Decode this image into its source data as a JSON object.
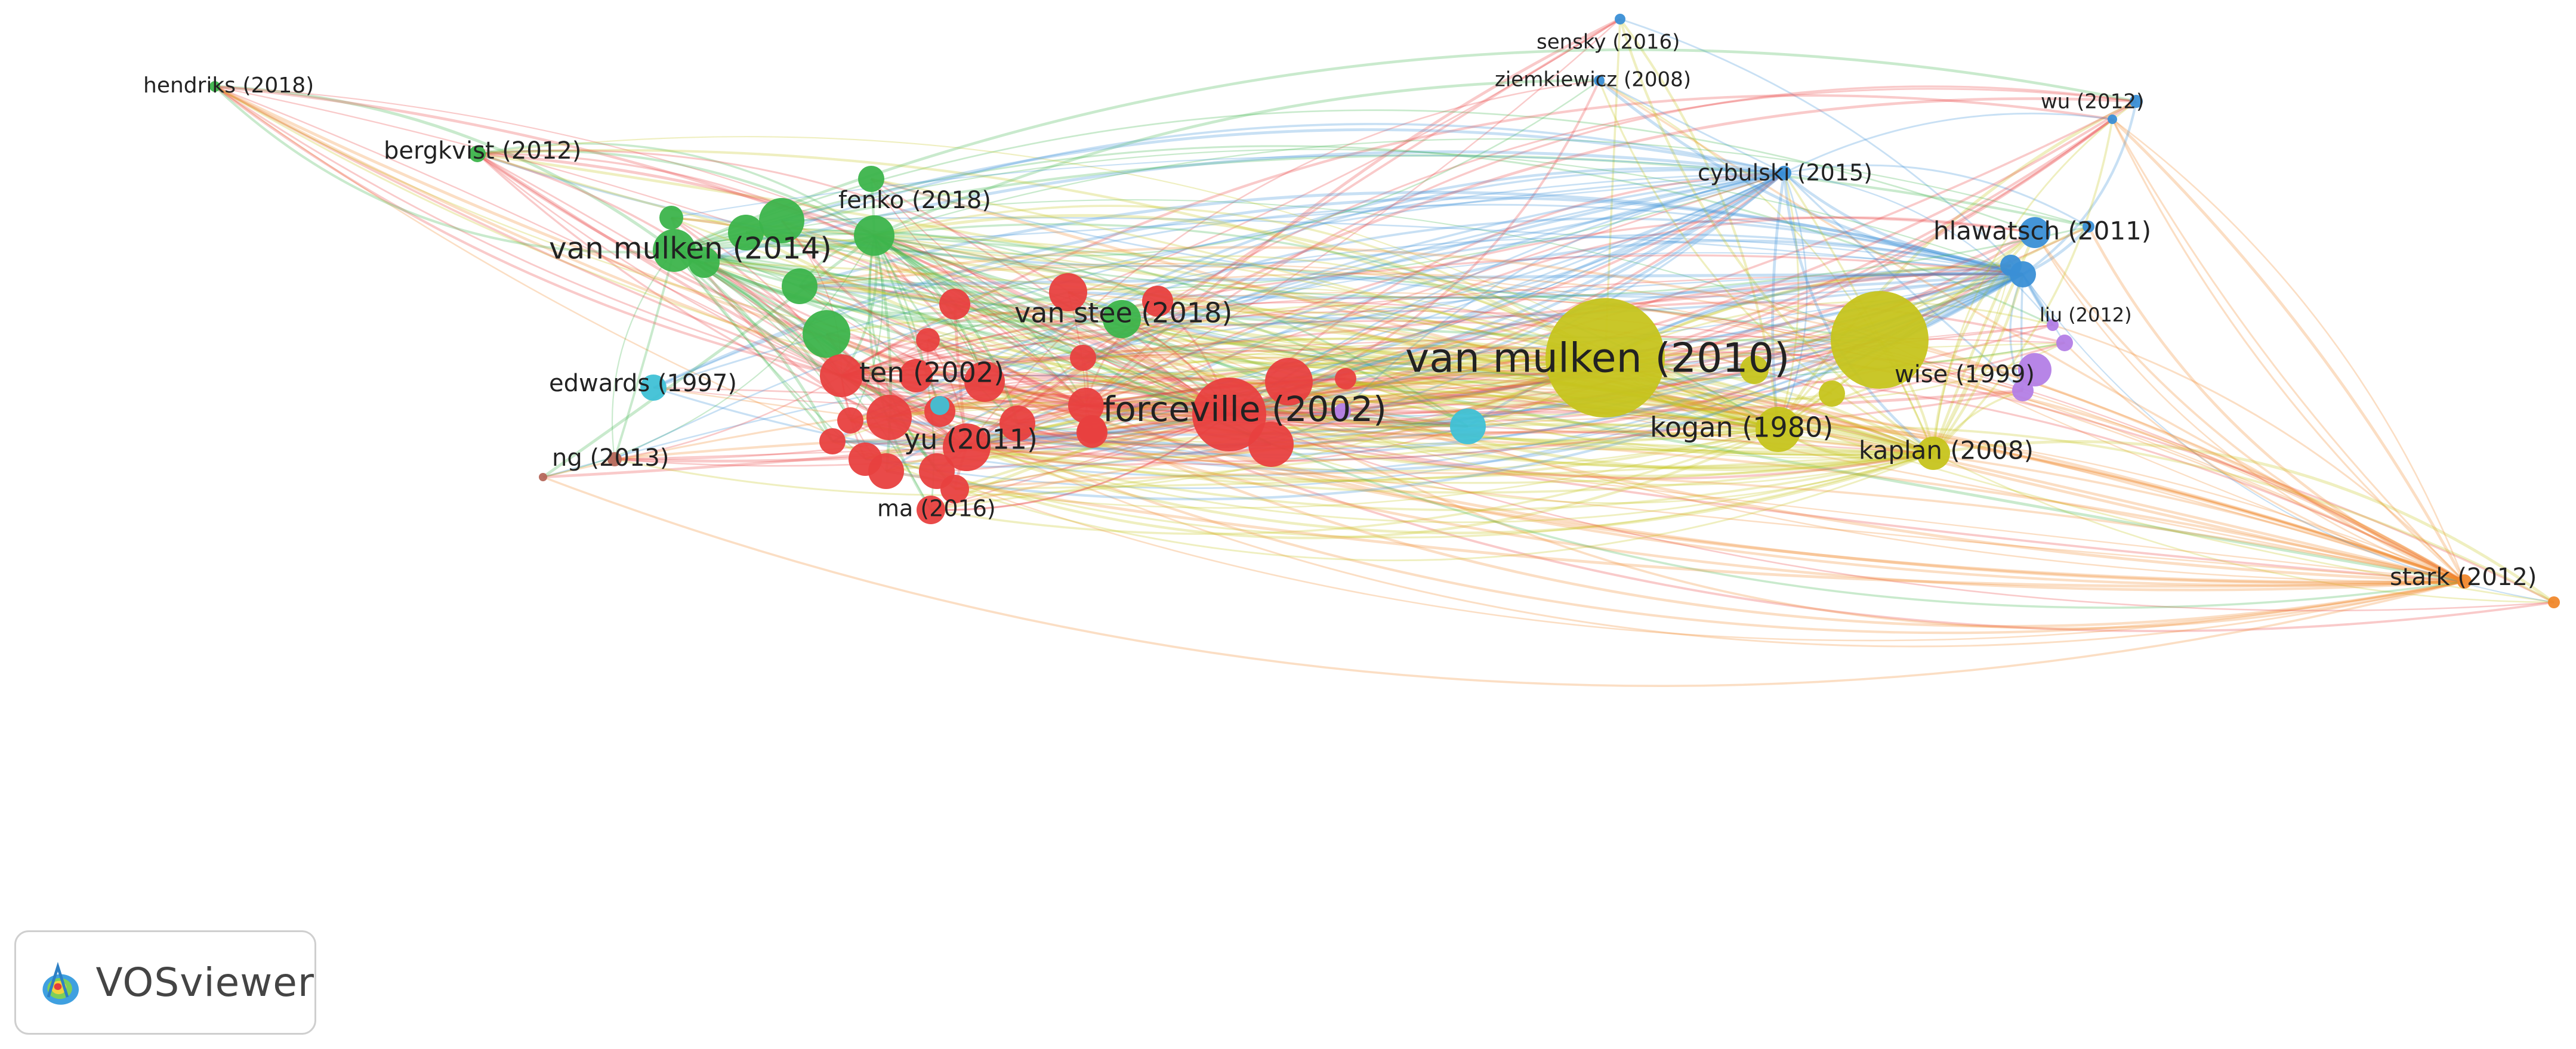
{
  "app": {
    "name": "VOSviewer",
    "logo_icon": "vosviewer-logo-icon"
  },
  "clusters": {
    "red": "#e8403f",
    "green": "#3cb44b",
    "yellowgreen": "#c6c41e",
    "blue": "#3a8fd6",
    "cyan": "#3fc1d6",
    "purple": "#b37ee6",
    "orange": "#f0882c",
    "brown": "#b5675a"
  },
  "labeled_nodes": [
    {
      "label": "hendriks (2018)",
      "cluster": "green"
    },
    {
      "label": "bergkvist (2012)",
      "cluster": "green"
    },
    {
      "label": "fenko (2018)",
      "cluster": "green"
    },
    {
      "label": "van mulken (2014)",
      "cluster": "green"
    },
    {
      "label": "van stee (2018)",
      "cluster": "green"
    },
    {
      "label": "edwards (1997)",
      "cluster": "cyan"
    },
    {
      "label": "ten (2002)",
      "cluster": "red"
    },
    {
      "label": "forceville (2002)",
      "cluster": "red"
    },
    {
      "label": "yu (2011)",
      "cluster": "red"
    },
    {
      "label": "ng (2013)",
      "cluster": "brown"
    },
    {
      "label": "ma (2016)",
      "cluster": "red"
    },
    {
      "label": "van mulken (2010)",
      "cluster": "yellowgreen"
    },
    {
      "label": "kogan (1980)",
      "cluster": "yellowgreen"
    },
    {
      "label": "kaplan (2008)",
      "cluster": "yellowgreen"
    },
    {
      "label": "wise (1999)",
      "cluster": "purple"
    },
    {
      "label": "liu (2012)",
      "cluster": "purple"
    },
    {
      "label": "sensky (2016)",
      "cluster": "blue"
    },
    {
      "label": "ziemkiewicz (2008)",
      "cluster": "blue"
    },
    {
      "label": "wu (2012)",
      "cluster": "blue"
    },
    {
      "label": "cybulski (2015)",
      "cluster": "blue"
    },
    {
      "label": "hlawatsch (2011)",
      "cluster": "blue"
    },
    {
      "label": "stark (2012)",
      "cluster": "orange"
    }
  ]
}
